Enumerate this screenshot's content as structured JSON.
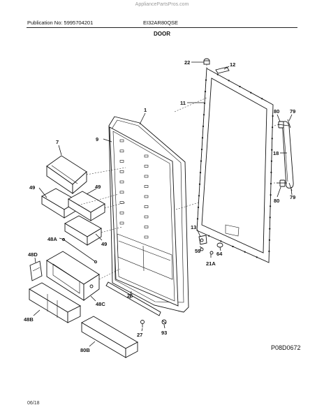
{
  "header": {
    "watermark": "AppliancePartsPros.com",
    "publication": "Publication No: 5995704201",
    "model": "EI32AR80QSE",
    "section_title": "DOOR"
  },
  "figure_code": "P08D0672",
  "footer_date": "06/18",
  "callouts": {
    "c22": "22",
    "c12": "12",
    "c11": "11",
    "c1": "1",
    "c80a": "80",
    "c79a": "79",
    "c9": "9",
    "c7": "7",
    "c49a": "49",
    "c49b": "49",
    "c18": "18",
    "c80b": "80",
    "c79b": "79",
    "c48a": "48A",
    "c49c": "49",
    "c13": "13",
    "c59": "59",
    "c64": "64",
    "c21a": "21A",
    "c48d": "48D",
    "c48c": "48C",
    "c26": "26",
    "c48b": "48B",
    "c27": "27",
    "c93": "93",
    "c80b_bin": "80B"
  }
}
